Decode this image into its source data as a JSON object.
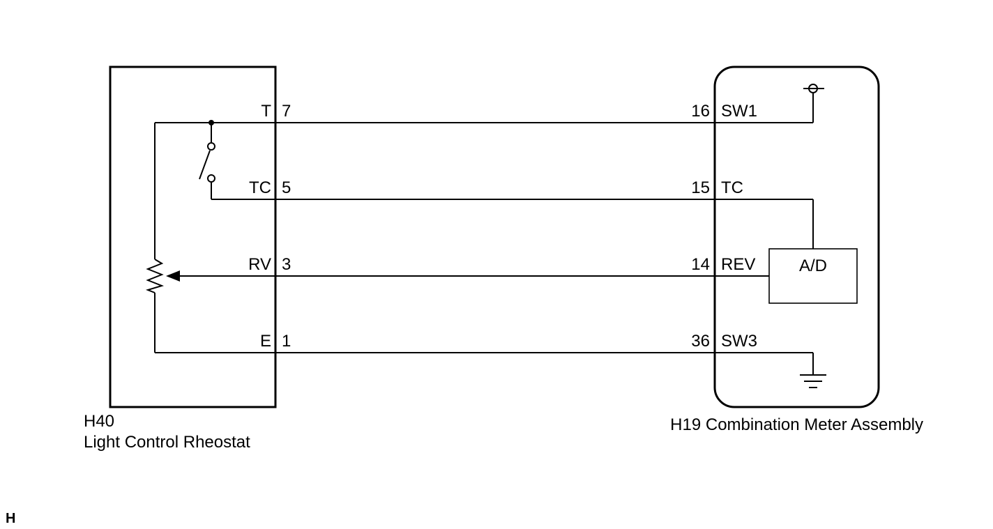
{
  "left_component": {
    "code": "H40",
    "name": "Light Control Rheostat"
  },
  "right_component": {
    "name": "H19 Combination Meter Assembly",
    "ad_block_label": "A/D"
  },
  "wires": [
    {
      "left_terminal": "T",
      "left_pin": "7",
      "right_pin": "16",
      "right_terminal": "SW1"
    },
    {
      "left_terminal": "TC",
      "left_pin": "5",
      "right_pin": "15",
      "right_terminal": "TC"
    },
    {
      "left_terminal": "RV",
      "left_pin": "3",
      "right_pin": "14",
      "right_terminal": "REV"
    },
    {
      "left_terminal": "E",
      "left_pin": "1",
      "right_pin": "36",
      "right_terminal": "SW3"
    }
  ],
  "corner_mark": "H",
  "icons": {
    "switch": "switch-icon",
    "rheostat": "rheostat-icon",
    "power": "power-source-icon",
    "ground": "ground-icon",
    "arrow": "wiper-arrow-icon"
  }
}
